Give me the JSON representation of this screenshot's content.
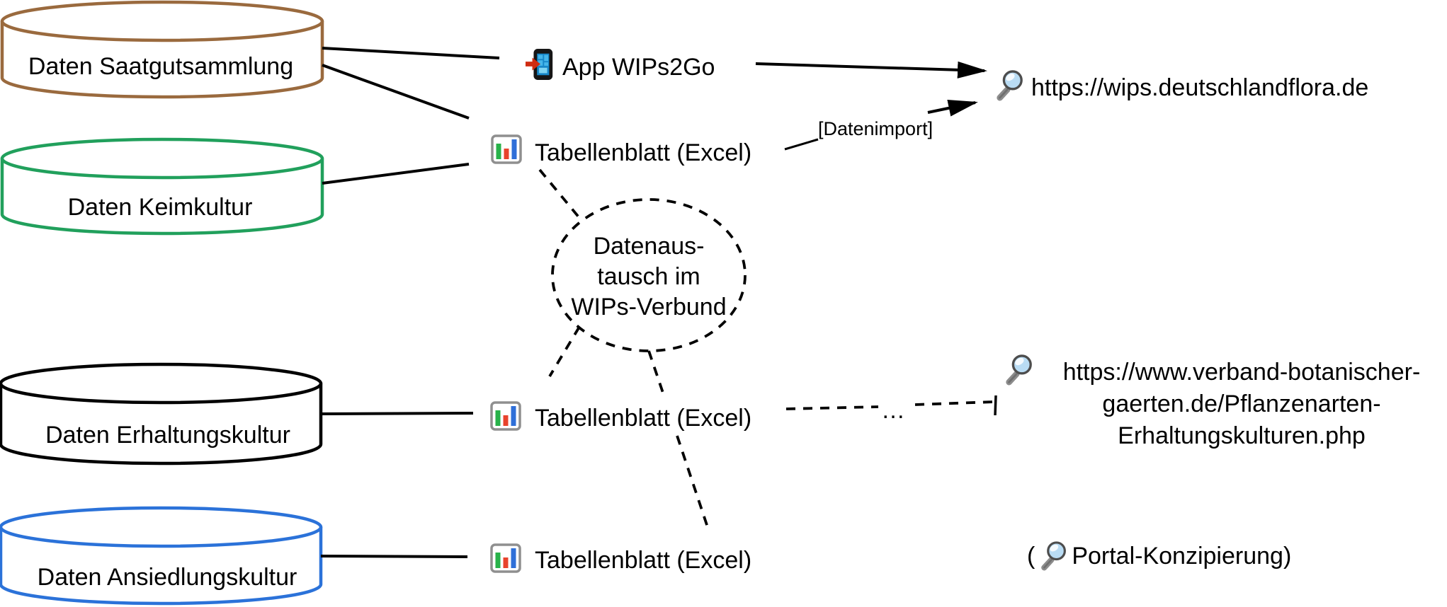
{
  "figure": {
    "databases": [
      {
        "label": "Daten Saatgutsammlung",
        "color": "#9a6a3e"
      },
      {
        "label": "Daten Keimkultur",
        "color": "#21a05c"
      },
      {
        "label": "Daten Erhaltungskultur",
        "color": "#000000"
      },
      {
        "label": "Daten Ansiedlungskultur",
        "color": "#2b72d9"
      }
    ],
    "app": {
      "label": "App WIPs2Go"
    },
    "spreadsheets": {
      "top": "Tabellenblatt (Excel)",
      "middle": "Tabellenblatt (Excel)",
      "bottom": "Tabellenblatt (Excel)"
    },
    "hub": {
      "line1": "Datenaus-",
      "line2": "tausch im",
      "line3": "WIPs-Verbund"
    },
    "labels": {
      "datenimport": "[Datenimport]",
      "ellipsis": "…",
      "portal_open": "(",
      "portal_label": "Portal-Konzipierung)"
    },
    "links": {
      "wips": "https://wips.deutschlandflora.de",
      "verband_line1": "https://www.verband-botanischer-",
      "verband_line2": "gaerten.de/Pflanzenarten-",
      "verband_line3": "Erhaltungskulturen.php"
    },
    "icons": {
      "app": "smartphone-import-icon",
      "spreadsheet": "bar-chart-icon",
      "link": "magnifier-icon"
    }
  }
}
